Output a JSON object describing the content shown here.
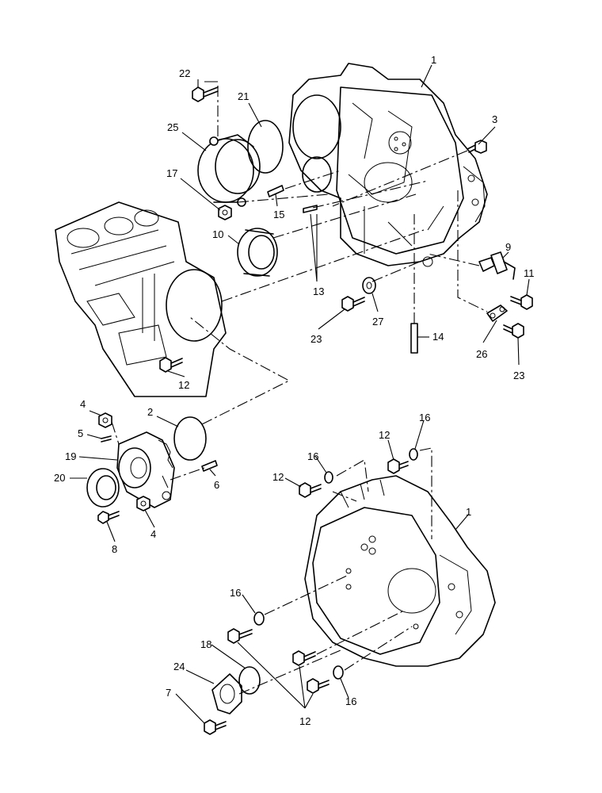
{
  "callouts": [
    {
      "id": "c1a",
      "text": "1"
    },
    {
      "id": "c22",
      "text": "22"
    },
    {
      "id": "c21",
      "text": "21"
    },
    {
      "id": "c25",
      "text": "25"
    },
    {
      "id": "c17",
      "text": "17"
    },
    {
      "id": "c15",
      "text": "15"
    },
    {
      "id": "c10",
      "text": "10"
    },
    {
      "id": "c13",
      "text": "13"
    },
    {
      "id": "c3",
      "text": "3"
    },
    {
      "id": "c9",
      "text": "9"
    },
    {
      "id": "c11",
      "text": "11"
    },
    {
      "id": "c14",
      "text": "14"
    },
    {
      "id": "c23a",
      "text": "23"
    },
    {
      "id": "c27",
      "text": "27"
    },
    {
      "id": "c26",
      "text": "26"
    },
    {
      "id": "c23b",
      "text": "23"
    },
    {
      "id": "c12a",
      "text": "12"
    },
    {
      "id": "c4a",
      "text": "4"
    },
    {
      "id": "c5",
      "text": "5"
    },
    {
      "id": "c2",
      "text": "2"
    },
    {
      "id": "c19",
      "text": "19"
    },
    {
      "id": "c20",
      "text": "20"
    },
    {
      "id": "c6",
      "text": "6"
    },
    {
      "id": "c8",
      "text": "8"
    },
    {
      "id": "c4b",
      "text": "4"
    },
    {
      "id": "c16a",
      "text": "16"
    },
    {
      "id": "c12b",
      "text": "12"
    },
    {
      "id": "c16b",
      "text": "16"
    },
    {
      "id": "c12c",
      "text": "12"
    },
    {
      "id": "c1b",
      "text": "1"
    },
    {
      "id": "c16c",
      "text": "16"
    },
    {
      "id": "c18",
      "text": "18"
    },
    {
      "id": "c24",
      "text": "24"
    },
    {
      "id": "c7",
      "text": "7"
    },
    {
      "id": "c16d",
      "text": "16"
    },
    {
      "id": "c12d",
      "text": "12"
    }
  ]
}
